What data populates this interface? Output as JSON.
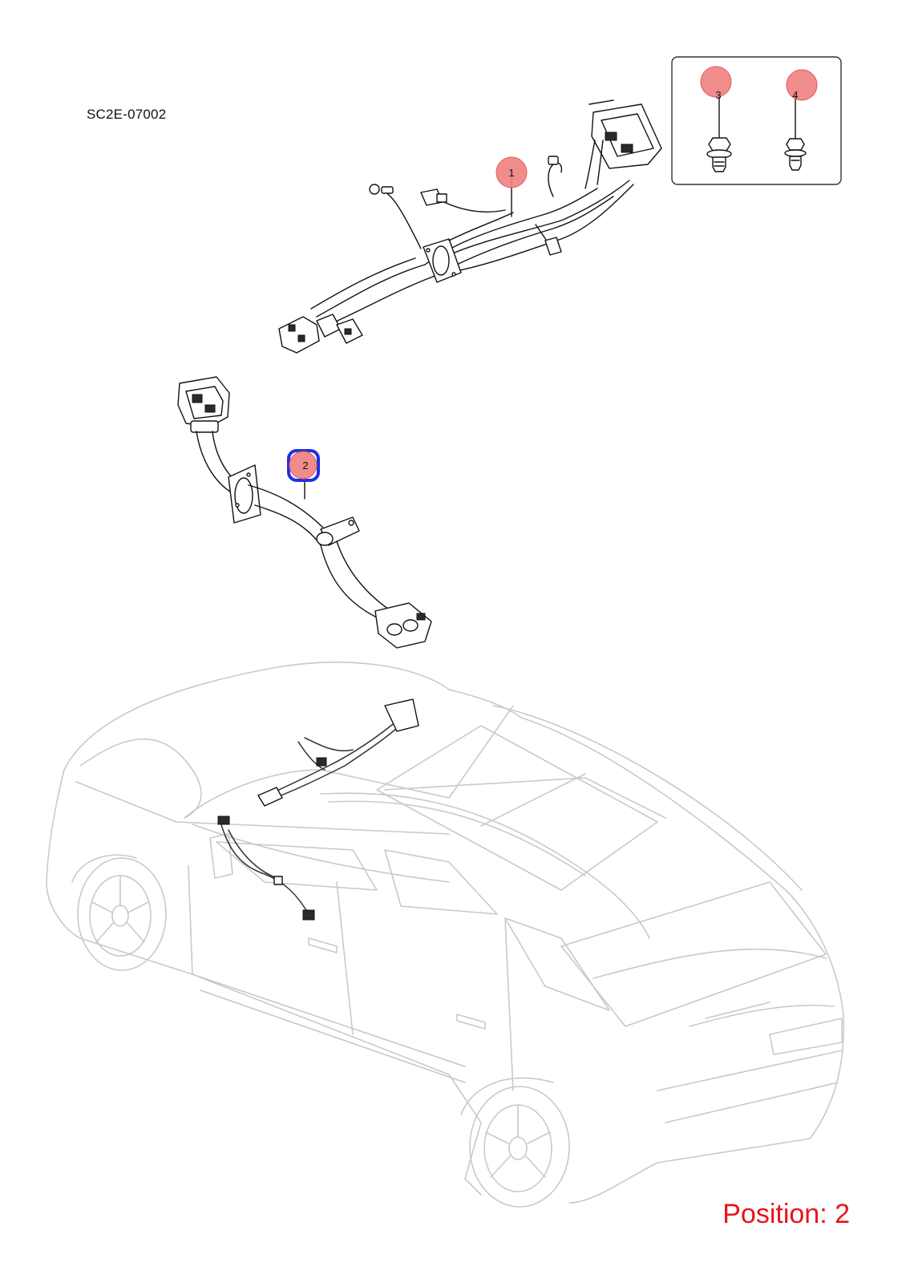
{
  "diagram_code": "SC2E-07002",
  "position_label": "Position: 2",
  "selected_callout": "2",
  "callouts": [
    {
      "number": "1",
      "selected": false
    },
    {
      "number": "2",
      "selected": true
    },
    {
      "number": "3",
      "selected": false
    },
    {
      "number": "4",
      "selected": false
    }
  ],
  "colors": {
    "callout_fill": "#f08080",
    "callout_stroke": "#e05a5a",
    "selected_outline": "#1f2fe8",
    "position_text": "#e8141c",
    "car_outline": "#c9c9c9"
  }
}
